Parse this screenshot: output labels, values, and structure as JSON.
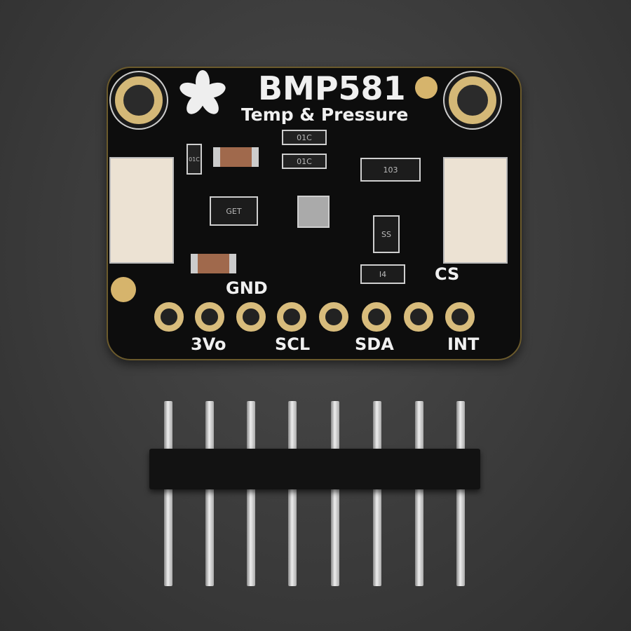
{
  "board": {
    "title": "BMP581",
    "subtitle": "Temp & Pressure",
    "pin_labels_top": [
      "GND",
      "CS"
    ],
    "pin_labels_bottom": [
      "3Vo",
      "SCL",
      "SDA",
      "INT"
    ],
    "chip_markings": {
      "regulator": "GET",
      "resistor_network": "103",
      "resistor_1": "01C",
      "resistor_2": "01C",
      "resistor_3": "01C",
      "mosfet": "SS",
      "diode": "I4"
    },
    "pin_count": 8
  },
  "colors": {
    "pcb": "#0d0d0d",
    "gold": "#d8bc7c",
    "background": "#3a3a3a"
  }
}
